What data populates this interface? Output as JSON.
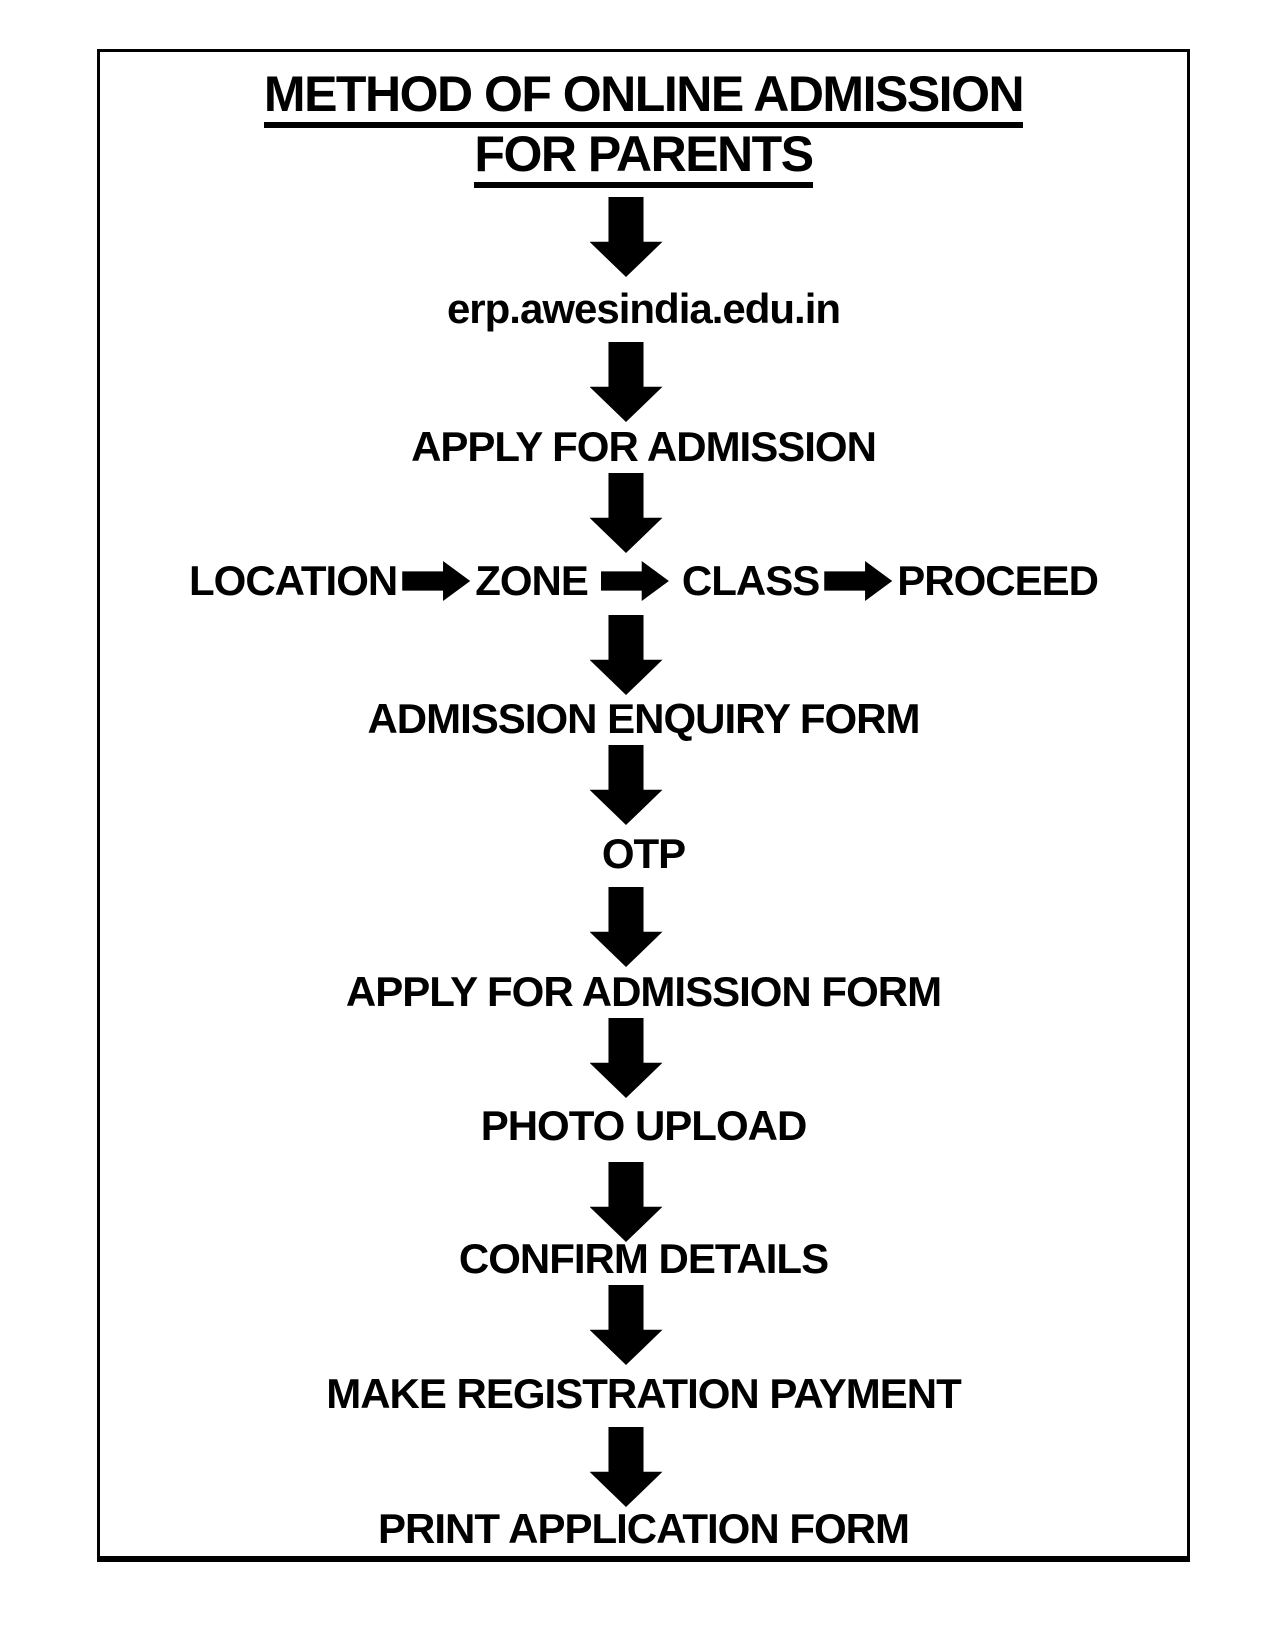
{
  "colors": {
    "ink": "#000000",
    "background": "#ffffff"
  },
  "title": {
    "line1": "METHOD OF ONLINE ADMISSION",
    "line2": "FOR PARENTS"
  },
  "steps": [
    {
      "label": "erp.awesindia.edu.in"
    },
    {
      "label": "APPLY FOR ADMISSION"
    },
    {
      "label": "ADMISSION ENQUIRY FORM"
    },
    {
      "label": "OTP"
    },
    {
      "label": "APPLY FOR ADMISSION FORM"
    },
    {
      "label": "PHOTO UPLOAD"
    },
    {
      "label": "CONFIRM DETAILS"
    },
    {
      "label": "MAKE REGISTRATION PAYMENT"
    },
    {
      "label": "PRINT APPLICATION FORM"
    }
  ],
  "selection_row": {
    "items": [
      "LOCATION",
      "ZONE",
      "CLASS",
      "PROCEED"
    ]
  },
  "icons": {
    "down_arrow": "down-arrow",
    "right_arrow": "right-arrow"
  }
}
